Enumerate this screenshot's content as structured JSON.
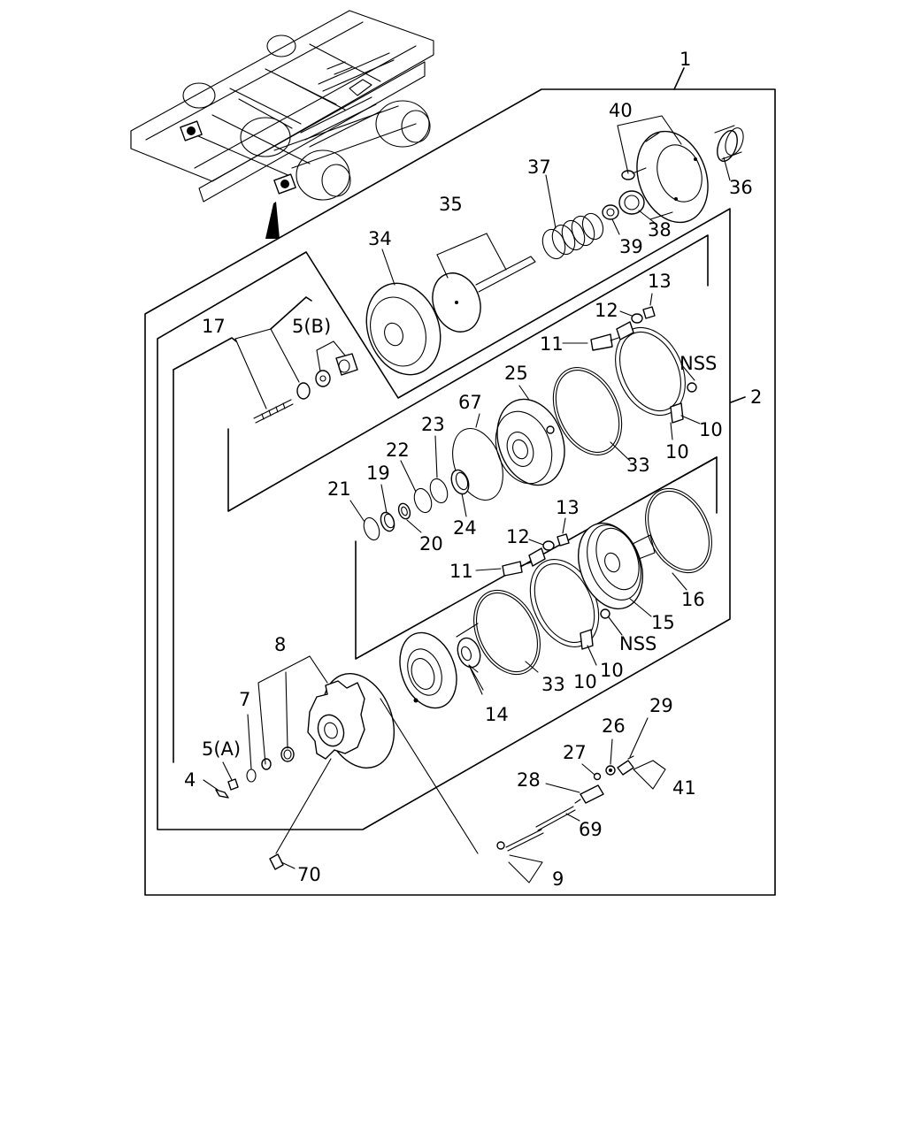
{
  "diagram": {
    "callouts": {
      "c1": "1",
      "c2": "2",
      "c4": "4",
      "c5a": "5(A)",
      "c5b": "5(B)",
      "c7": "7",
      "c8": "8",
      "c9": "9",
      "c10a": "10",
      "c10b": "10",
      "c10c": "10",
      "c10d": "10",
      "c11a": "11",
      "c11b": "11",
      "c12a": "12",
      "c12b": "12",
      "c13a": "13",
      "c13b": "13",
      "c14": "14",
      "c15": "15",
      "c16": "16",
      "c17": "17",
      "c19": "19",
      "c20": "20",
      "c21": "21",
      "c22": "22",
      "c23": "23",
      "c24": "24",
      "c25": "25",
      "c26": "26",
      "c27": "27",
      "c28": "28",
      "c29": "29",
      "c33a": "33",
      "c33b": "33",
      "c34": "34",
      "c35": "35",
      "c36": "36",
      "c37": "37",
      "c38": "38",
      "c39": "39",
      "c40": "40",
      "c41": "41",
      "c67": "67",
      "c69": "69",
      "c70": "70",
      "nss1": "NSS",
      "nss2": "NSS"
    }
  }
}
